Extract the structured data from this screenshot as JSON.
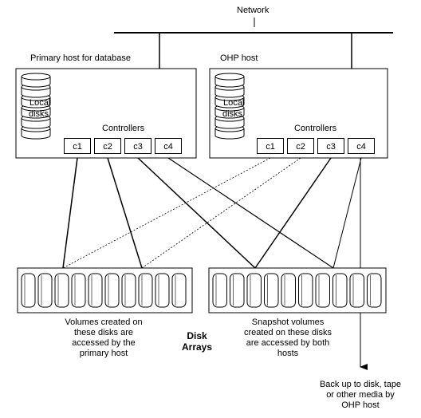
{
  "network": {
    "label": "Network"
  },
  "primary_host": {
    "title": "Primary host for database",
    "local_disks_label_line1": "Local",
    "local_disks_label_line2": "disks",
    "controllers_label": "Controllers",
    "controllers": [
      "c1",
      "c2",
      "c3",
      "c4"
    ]
  },
  "ohp_host": {
    "title": "OHP host",
    "local_disks_label_line1": "Local",
    "local_disks_label_line2": "disks",
    "controllers_label": "Controllers",
    "controllers": [
      "c1",
      "c2",
      "c3",
      "c4"
    ]
  },
  "disk_arrays": {
    "label_line1": "Disk",
    "label_line2": "Arrays",
    "left_caption": [
      "Volumes created on",
      "these disks are",
      "accessed by the",
      "primary host"
    ],
    "right_caption": [
      "Snapshot volumes",
      "created on these disks",
      "are accessed by both",
      "hosts"
    ]
  },
  "backup": {
    "caption": [
      "Back up to disk, tape",
      "or other media by",
      "OHP host"
    ]
  }
}
